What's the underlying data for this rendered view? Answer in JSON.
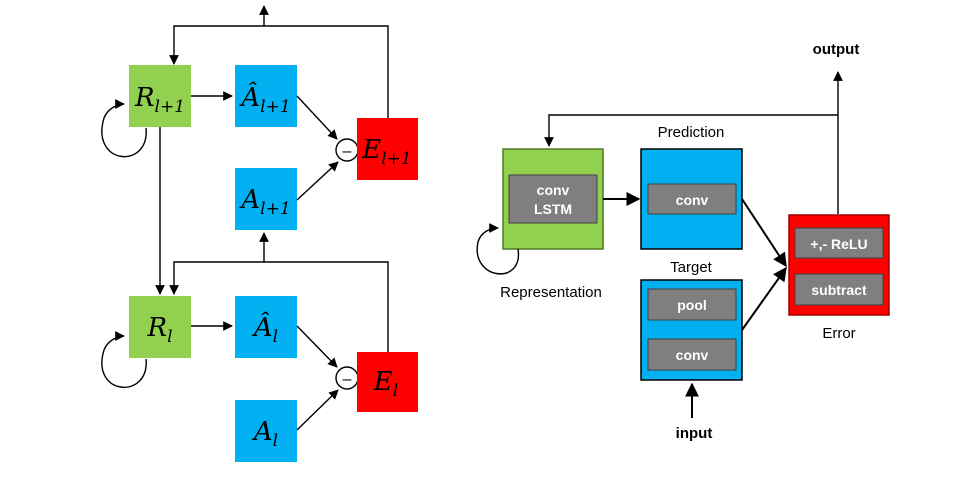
{
  "left_diagram": {
    "r_upper": {
      "base": "R",
      "sub": "l+1"
    },
    "ahat_upper": {
      "base": "Â",
      "sub": "l+1"
    },
    "a_upper": {
      "base": "A",
      "sub": "l+1"
    },
    "e_upper": {
      "base": "E",
      "sub": "l+1"
    },
    "r_lower": {
      "base": "R",
      "sub": "l"
    },
    "ahat_lower": {
      "base": "Â",
      "sub": "l"
    },
    "a_lower": {
      "base": "A",
      "sub": "l"
    },
    "e_lower": {
      "base": "E",
      "sub": "l"
    },
    "minus_sign": "–"
  },
  "right_diagram": {
    "output_label": "output",
    "input_label": "input",
    "representation_label": "Representation",
    "prediction_label": "Prediction",
    "target_label": "Target",
    "error_label": "Error",
    "conv_lstm_line1": "conv",
    "conv_lstm_line2": "LSTM",
    "prediction_conv": "conv",
    "target_pool": "pool",
    "target_conv": "conv",
    "error_relu": "+,- ReLU",
    "error_subtract": "subtract"
  },
  "colors": {
    "representation": "#92d050",
    "prediction_target": "#00b0f0",
    "error": "#ff0000",
    "layer": "#7f7f7f"
  }
}
